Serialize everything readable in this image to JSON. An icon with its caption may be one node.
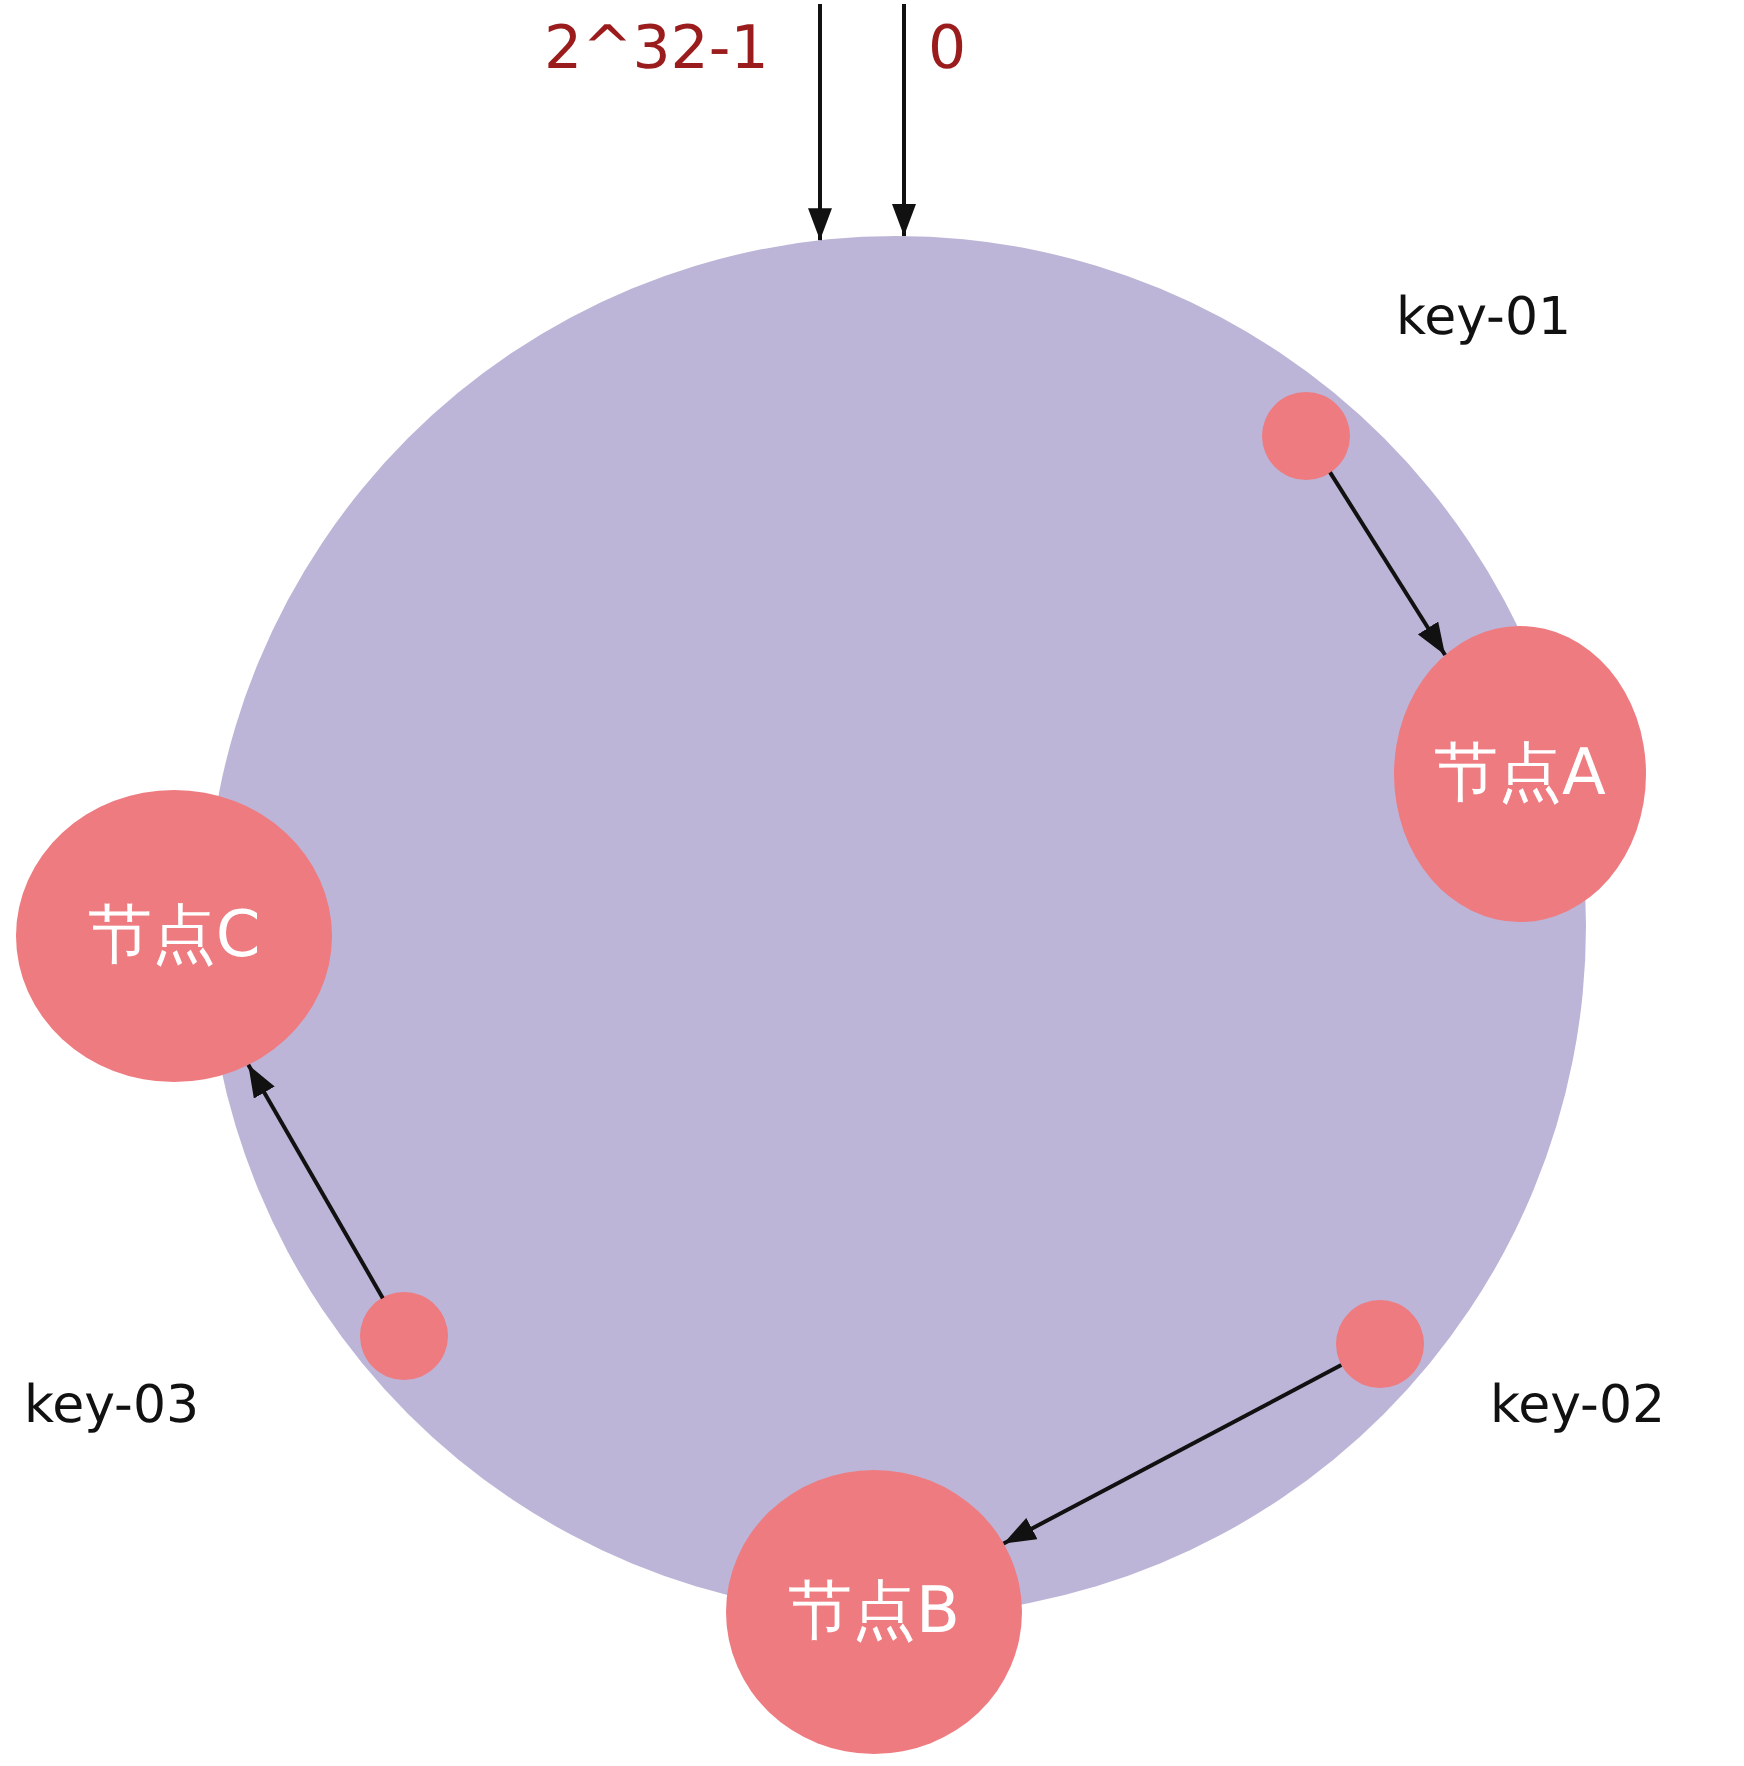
{
  "diagram": {
    "nodes": [
      {
        "text": [],
        "shape": "circle"
      },
      {
        "text": [],
        "shape": "circle",
        "in": 0
      },
      {
        "text": [
          "节点A"
        ]
      },
      {
        "text": [
          "节点C"
        ]
      },
      {
        "text": [],
        "shape": "circle",
        "in": 0
      },
      {
        "text": [],
        "shape": "circle",
        "in": 0
      },
      {
        "text": [
          "节点B"
        ]
      }
    ],
    "edges": [
      {
        "from": 1,
        "to": 2,
        "arrow": "to"
      },
      {
        "from": 5,
        "to": 6,
        "arrow": "to"
      },
      {
        "from": 4,
        "to": 3,
        "arrow": "to"
      },
      {
        "from": null,
        "to": 0,
        "arrow": "to",
        "label": "2^32-1"
      },
      {
        "from": null,
        "to": 0,
        "arrow": "to",
        "label": "0"
      }
    ],
    "labels": [
      "key-01",
      "key-03",
      "key-02"
    ]
  }
}
